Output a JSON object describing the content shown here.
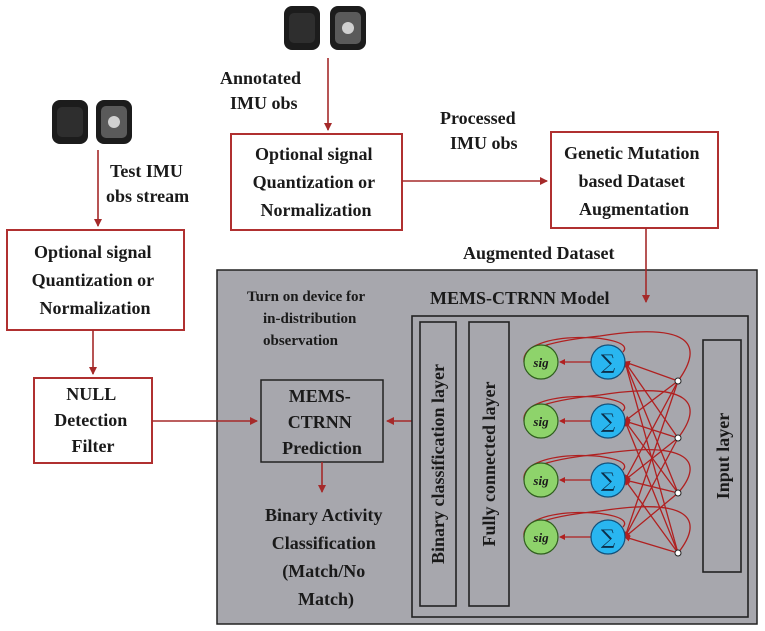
{
  "inputs": {
    "test_stream": [
      "Test IMU",
      "obs stream"
    ],
    "annotated": [
      "Annotated",
      "IMU obs"
    ],
    "processed": [
      "Processed",
      "IMU obs"
    ]
  },
  "boxes": {
    "quant_left": [
      "Optional signal",
      "Quantization or",
      "Normalization"
    ],
    "quant_top": [
      "Optional signal",
      "Quantization or",
      "Normalization"
    ],
    "genetic": [
      "Genetic Mutation",
      "based Dataset",
      "Augmentation"
    ],
    "null_filter": [
      "NULL",
      "Detection",
      "Filter"
    ],
    "prediction": [
      "MEMS-",
      "CTRNN",
      "Prediction"
    ]
  },
  "augmented_label": "Augmented Dataset",
  "model": {
    "title": "MEMS-CTRNN Model",
    "turn_on": [
      "Turn on device for",
      "in-distribution",
      "observation"
    ],
    "output": [
      "Binary Activity",
      "Classification",
      "(Match/No",
      "Match)"
    ],
    "binary_layer": "Binary classification layer",
    "fc_layer": "Fully connected layer",
    "input_layer": "Input  layer",
    "sig_label": "sig",
    "sum_label": "∑"
  },
  "colors": {
    "accent": "#a52a2a",
    "panel": "#a7a7ad",
    "sig_green": "#8ed36b",
    "sum_blue": "#29b6f0"
  }
}
